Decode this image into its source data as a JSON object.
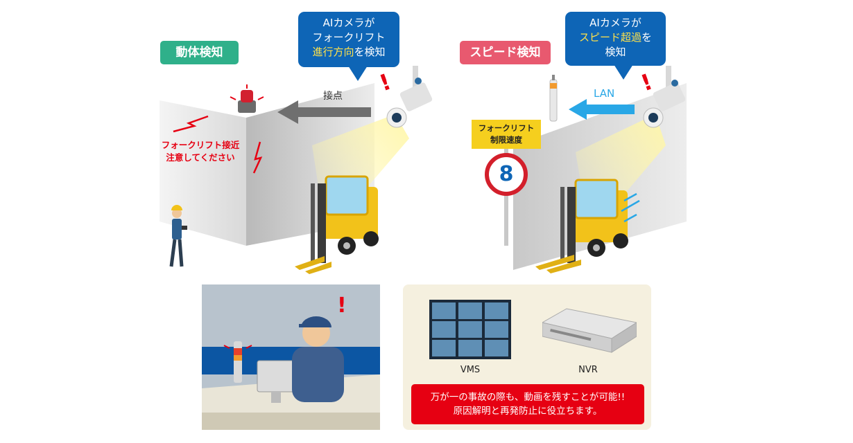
{
  "left_scene": {
    "tag": "動体検知",
    "tag_color": "#2fb08a",
    "bubble_line1": "AIカメラが",
    "bubble_line2": "フォークリフト",
    "bubble_highlight": "進行方向",
    "bubble_suffix": "を検知",
    "arrow_label": "接点",
    "warning_line1": "フォークリフト接近",
    "warning_line2": "注意してください"
  },
  "right_scene": {
    "tag": "スピード検知",
    "tag_color": "#e8596f",
    "bubble_line1": "AIカメラが",
    "bubble_highlight": "スピード超過",
    "bubble_mid": "を",
    "bubble_line3": "検知",
    "arrow_label": "LAN",
    "sign_line1": "フォークリフト",
    "sign_line2": "制限速度",
    "speed_limit": "8"
  },
  "bottom_right": {
    "vms_label": "VMS",
    "nvr_label": "NVR",
    "notice_line1": "万が一の事故の際も、動画を残すことが可能!!",
    "notice_line2": "原因解明と再発防止に役立ちます。"
  },
  "colors": {
    "bubble_blue": "#0e65b6",
    "highlight_yellow": "#ffe14a",
    "alert_red": "#e60012",
    "lan_blue": "#29a7e6",
    "forklift_yellow": "#f2c21a"
  }
}
